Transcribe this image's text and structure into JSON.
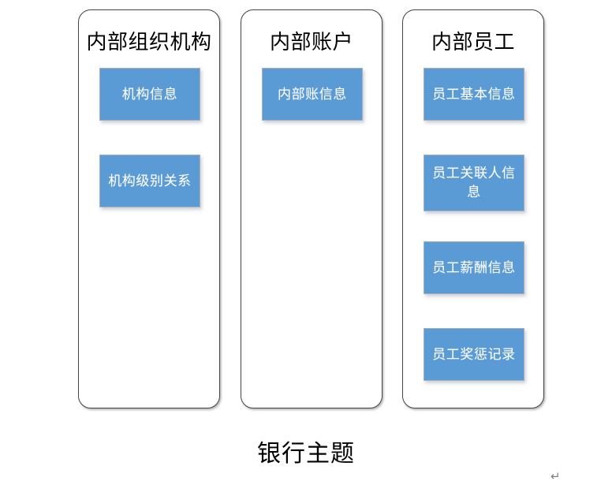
{
  "diagram": {
    "caption": "银行主题",
    "return_mark": "↵",
    "accent_color": "#5B9BD5",
    "border_color": "#41444B",
    "label_color": "#FFFFFF",
    "groups": [
      {
        "title": "内部组织机构",
        "entities": [
          {
            "label": "机构信息"
          },
          {
            "label": "机构级别关系"
          }
        ]
      },
      {
        "title": "内部账户",
        "entities": [
          {
            "label": "内部账信息"
          }
        ]
      },
      {
        "title": "内部员工",
        "entities": [
          {
            "label": "员工基本信息"
          },
          {
            "label": "员工关联人信息"
          },
          {
            "label": "员工薪酬信息"
          },
          {
            "label": "员工奖惩记录"
          }
        ]
      }
    ]
  }
}
